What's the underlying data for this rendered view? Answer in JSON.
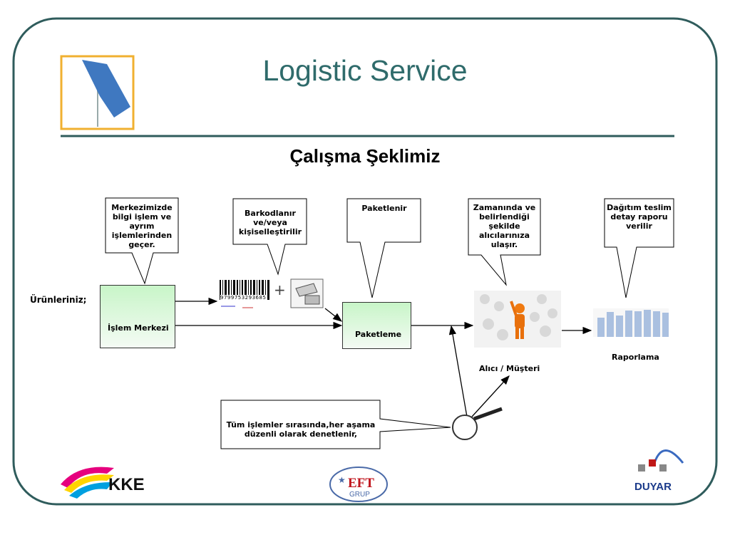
{
  "slide": {
    "title": "Logistic Service",
    "subtitle": "Çalışma Şeklimiz",
    "products_label": "Ürünleriniz;",
    "callouts": [
      "Merkezimizde bilgi işlem ve ayrım işlemlerinden geçer.",
      "Barkodlanır ve/veya kişiselleştirilir",
      "Paketlenir",
      "Zamanında ve belirlendiği şekilde alıcılarınıza ulaşır.",
      "Dağıtım teslim detay raporu verilir",
      "Tüm işlemler sırasında,her aşama düzenli olarak denetlenir,"
    ],
    "process_center": "İşlem Merkezi",
    "packaging": "Paketleme",
    "receiver_label": "Alıcı / Müşteri",
    "reporting_label": "Raporlama",
    "barcode_number": "9799753293685",
    "logos": {
      "left": "KKE",
      "center": "EFT GRUP",
      "right": "DUYAR"
    },
    "colors": {
      "frame": "#2f5c5c",
      "title": "#2f6b6b",
      "logo_border": "#f0b030",
      "box_fill": "#c8f5c8"
    }
  }
}
